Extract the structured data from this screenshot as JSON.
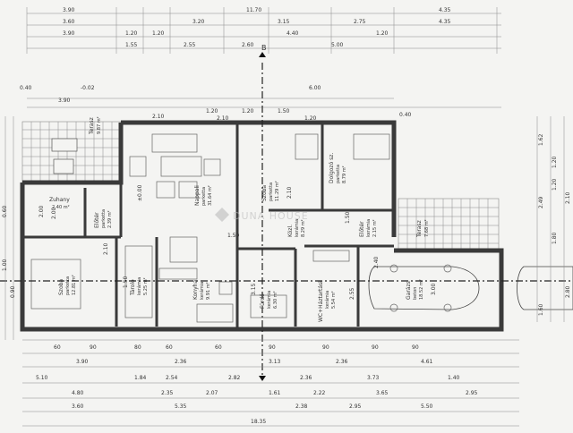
{
  "dims_top": {
    "row1": [
      "3.90",
      "11.70",
      "4.35"
    ],
    "row2": [
      "3.60",
      "3.20",
      "3.15",
      "2.75",
      "4.35"
    ],
    "row3": [
      "3.90",
      "1.20",
      "1.20",
      "4.40",
      "1.20"
    ],
    "row4": [
      "1.55",
      "2.55",
      "2.60",
      "5.00"
    ]
  },
  "dims_upper": [
    "0.40",
    "-0.02",
    "3.90",
    "6.00",
    "0.40"
  ],
  "dims_wall": [
    "2.10",
    "1.20",
    "2.10",
    "1.20",
    "1.50",
    "1.20",
    "0.40"
  ],
  "dims_bottom": {
    "row1": [
      "60",
      "90",
      "80",
      "60",
      "60",
      "90",
      "90",
      "90",
      "90"
    ],
    "row2": [
      "3.90",
      "2.36",
      "3.13",
      "2.36",
      "4.61"
    ],
    "row3": [
      "5.10",
      "1.84",
      "2.54",
      "2.82",
      "2.36",
      "3.73",
      "1.40"
    ],
    "row4": [
      "4.80",
      "2.35",
      "2.07",
      "1.61",
      "2.22",
      "3.65",
      "2.95"
    ],
    "row5": [
      "3.60",
      "5.35",
      "2.38",
      "2.95",
      "5.50"
    ],
    "row6": [
      "18.35"
    ]
  },
  "dims_right": [
    "1.62",
    "1.20",
    "1.20",
    "2.49",
    "2.10",
    "1.80",
    "2.80",
    "1.60"
  ],
  "dims_left": [
    "0.60",
    "1.00",
    "0.90",
    "2.00"
  ],
  "rooms": {
    "terasz_top": {
      "name": "Terasz",
      "sub": "9.87 m²"
    },
    "nappali": {
      "name": "Nappali",
      "sub1": "parketta",
      "sub2": "31.64 m²"
    },
    "szoba_top": {
      "name": "Szoba",
      "sub1": "parketta",
      "sub2": "11.29 m²"
    },
    "dolgozo": {
      "name": "Dolgozó sz.",
      "sub1": "parketta",
      "sub2": "8.79 m²"
    },
    "zuhany": {
      "name": "Zuhany",
      "sub": "2.40 m²"
    },
    "eloter1": {
      "name": "Előtér",
      "sub1": "parketta",
      "sub2": "2.39 m²"
    },
    "kozl": {
      "name": "Közl.",
      "sub1": "kerámia",
      "sub2": "8.29 m²"
    },
    "eloter2": {
      "name": "Előtér",
      "sub1": "kerámia",
      "sub2": "2.15 m²"
    },
    "terasz_right": {
      "name": "Terasz",
      "sub": "7.68 m²"
    },
    "szoba_bottom": {
      "name": "Szoba",
      "sub1": "parketta",
      "sub2": "12.81 m²"
    },
    "tarolo": {
      "name": "Tároló",
      "sub1": "kerámia",
      "sub2": "5.25 m²"
    },
    "konyha": {
      "name": "Konyha",
      "sub1": "kerámia",
      "sub2": "9.91 m²"
    },
    "furdo": {
      "name": "Fürdő",
      "sub1": "kerámia",
      "sub2": "6.30 m²"
    },
    "wc": {
      "name": "WC+Háztartási",
      "sub1": "kerámia",
      "sub2": "5.54 m²"
    },
    "garazs": {
      "name": "Garázs",
      "sub1": "beton",
      "sub2": "18.52 m²"
    }
  },
  "marks": {
    "axis_label": "B",
    "level": "±0.00",
    "sill_1": "1.50",
    "sill_2": "2.10",
    "col_vals": [
      "2.00",
      "1.50",
      "3.15",
      "2.55",
      "3.00",
      "2.40",
      "2.10",
      "1.50"
    ]
  },
  "watermark": "DUNA HOUSE"
}
